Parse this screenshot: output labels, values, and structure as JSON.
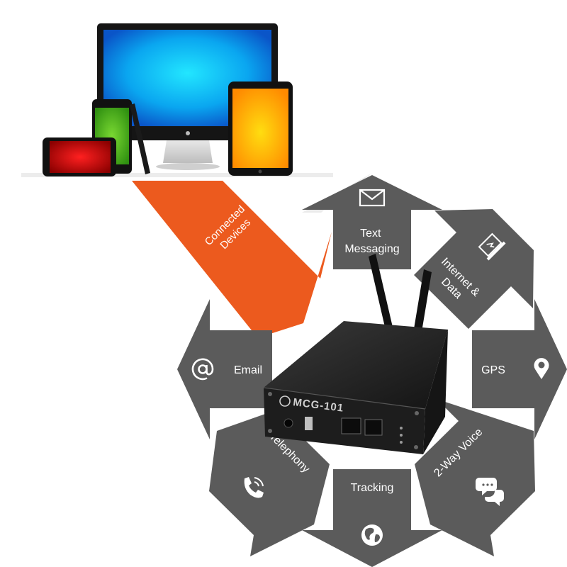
{
  "arrow_label": [
    "Connected",
    "Devices"
  ],
  "device_model": "MCG-101",
  "colors": {
    "accent_orange": "#ec5a1e",
    "arrow_gray": "#5a5a5a",
    "device_body": "#222222"
  },
  "services": [
    {
      "lines": [
        "Text",
        "Messaging"
      ],
      "icon": "envelope-icon"
    },
    {
      "lines": [
        "Internet &",
        "Data"
      ],
      "icon": "laptop-icon"
    },
    {
      "lines": [
        "GPS"
      ],
      "icon": "map-pin-icon"
    },
    {
      "lines": [
        "2-Way Voice"
      ],
      "icon": "chat-bubbles-icon"
    },
    {
      "lines": [
        "Tracking"
      ],
      "icon": "globe-icon"
    },
    {
      "lines": [
        "Telephony"
      ],
      "icon": "phone-icon"
    },
    {
      "lines": [
        "Email"
      ],
      "icon": "at-sign-icon"
    }
  ]
}
